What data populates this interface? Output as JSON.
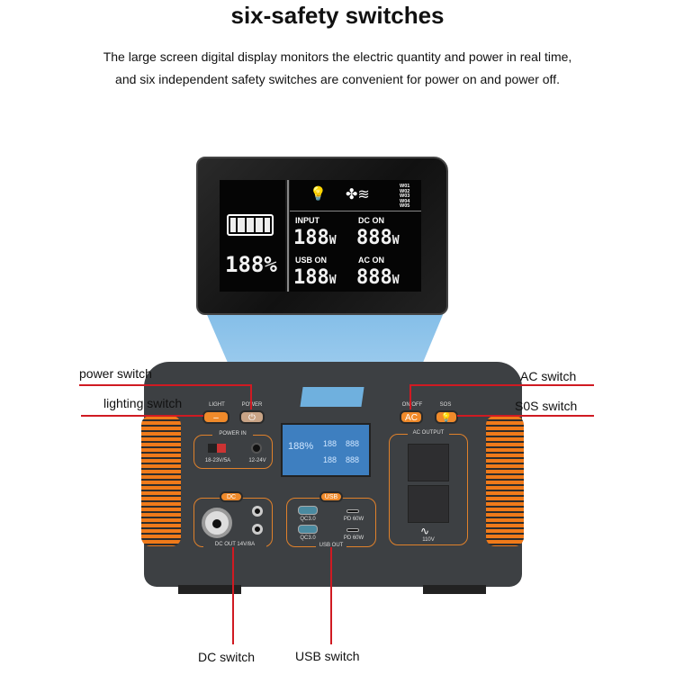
{
  "title": "six-safety switches",
  "description": [
    "The large screen digital display monitors the electric quantity and power in real time,",
    "and six independent safety switches are convenient for power on and power off."
  ],
  "lcd": {
    "percent": "188%",
    "labels": [
      "INPUT",
      "DC ON",
      "USB ON",
      "AC ON"
    ],
    "values": [
      "188",
      "888",
      "188",
      "888"
    ],
    "unit": "W",
    "modes": [
      "W01",
      "W02",
      "W03",
      "W04",
      "W05"
    ]
  },
  "device": {
    "buttons": {
      "light": "LIGHT",
      "power": "POWER",
      "onoff": "ON/OFF",
      "ac": "AC",
      "sos": "SOS"
    },
    "power_in": {
      "title": "POWER IN",
      "port1": "18-23V/5A",
      "port2": "12-24V"
    },
    "dc": {
      "badge": "DC",
      "footer": "DC OUT  14V/8A"
    },
    "usb": {
      "badge": "USB",
      "qc1": "QC3.0",
      "qc2": "QC3.0",
      "pd1": "PD 60W",
      "pd2": "PD 60W",
      "footer": "USB OUT"
    },
    "ac_output": {
      "title": "AC OUTPUT",
      "voltage": "110V"
    }
  },
  "callouts": {
    "power": "power switch",
    "lighting": "lighting switch",
    "ac": "AC switch",
    "sos": "S0S switch",
    "dc": "DC switch",
    "usb": "USB switch"
  },
  "colors": {
    "accent": "#f08a2a",
    "line": "#d01a22",
    "body": "#3d4043"
  }
}
